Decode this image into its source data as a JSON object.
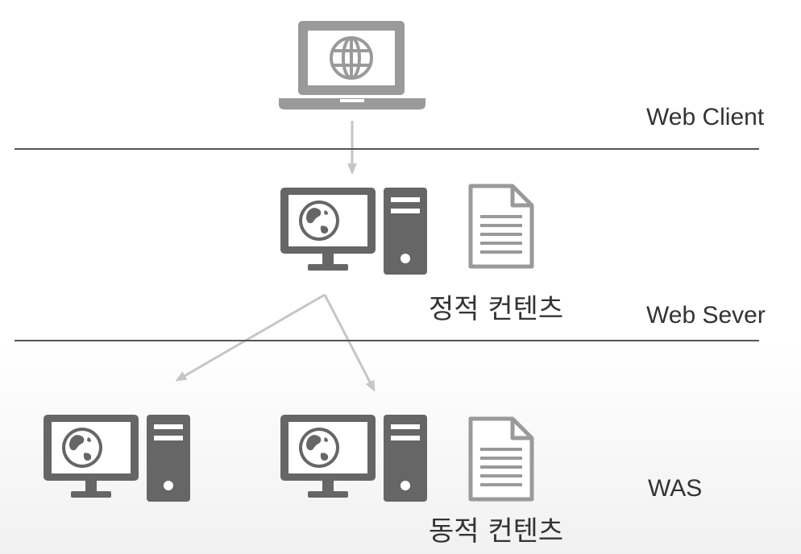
{
  "layers": {
    "client": "Web Client",
    "web_server": "Web Sever",
    "was": "WAS"
  },
  "contents": {
    "static": "정적 컨텐츠",
    "dynamic": "동적 컨텐츠"
  },
  "icons": {
    "client_device": "laptop-globe-icon",
    "server": "desktop-server-icon",
    "document": "document-icon"
  },
  "colors": {
    "icon_dark": "#666666",
    "icon_light": "#9a9a9a",
    "arrow": "#c6c6c6",
    "divider": "#555555",
    "text": "#333333"
  }
}
